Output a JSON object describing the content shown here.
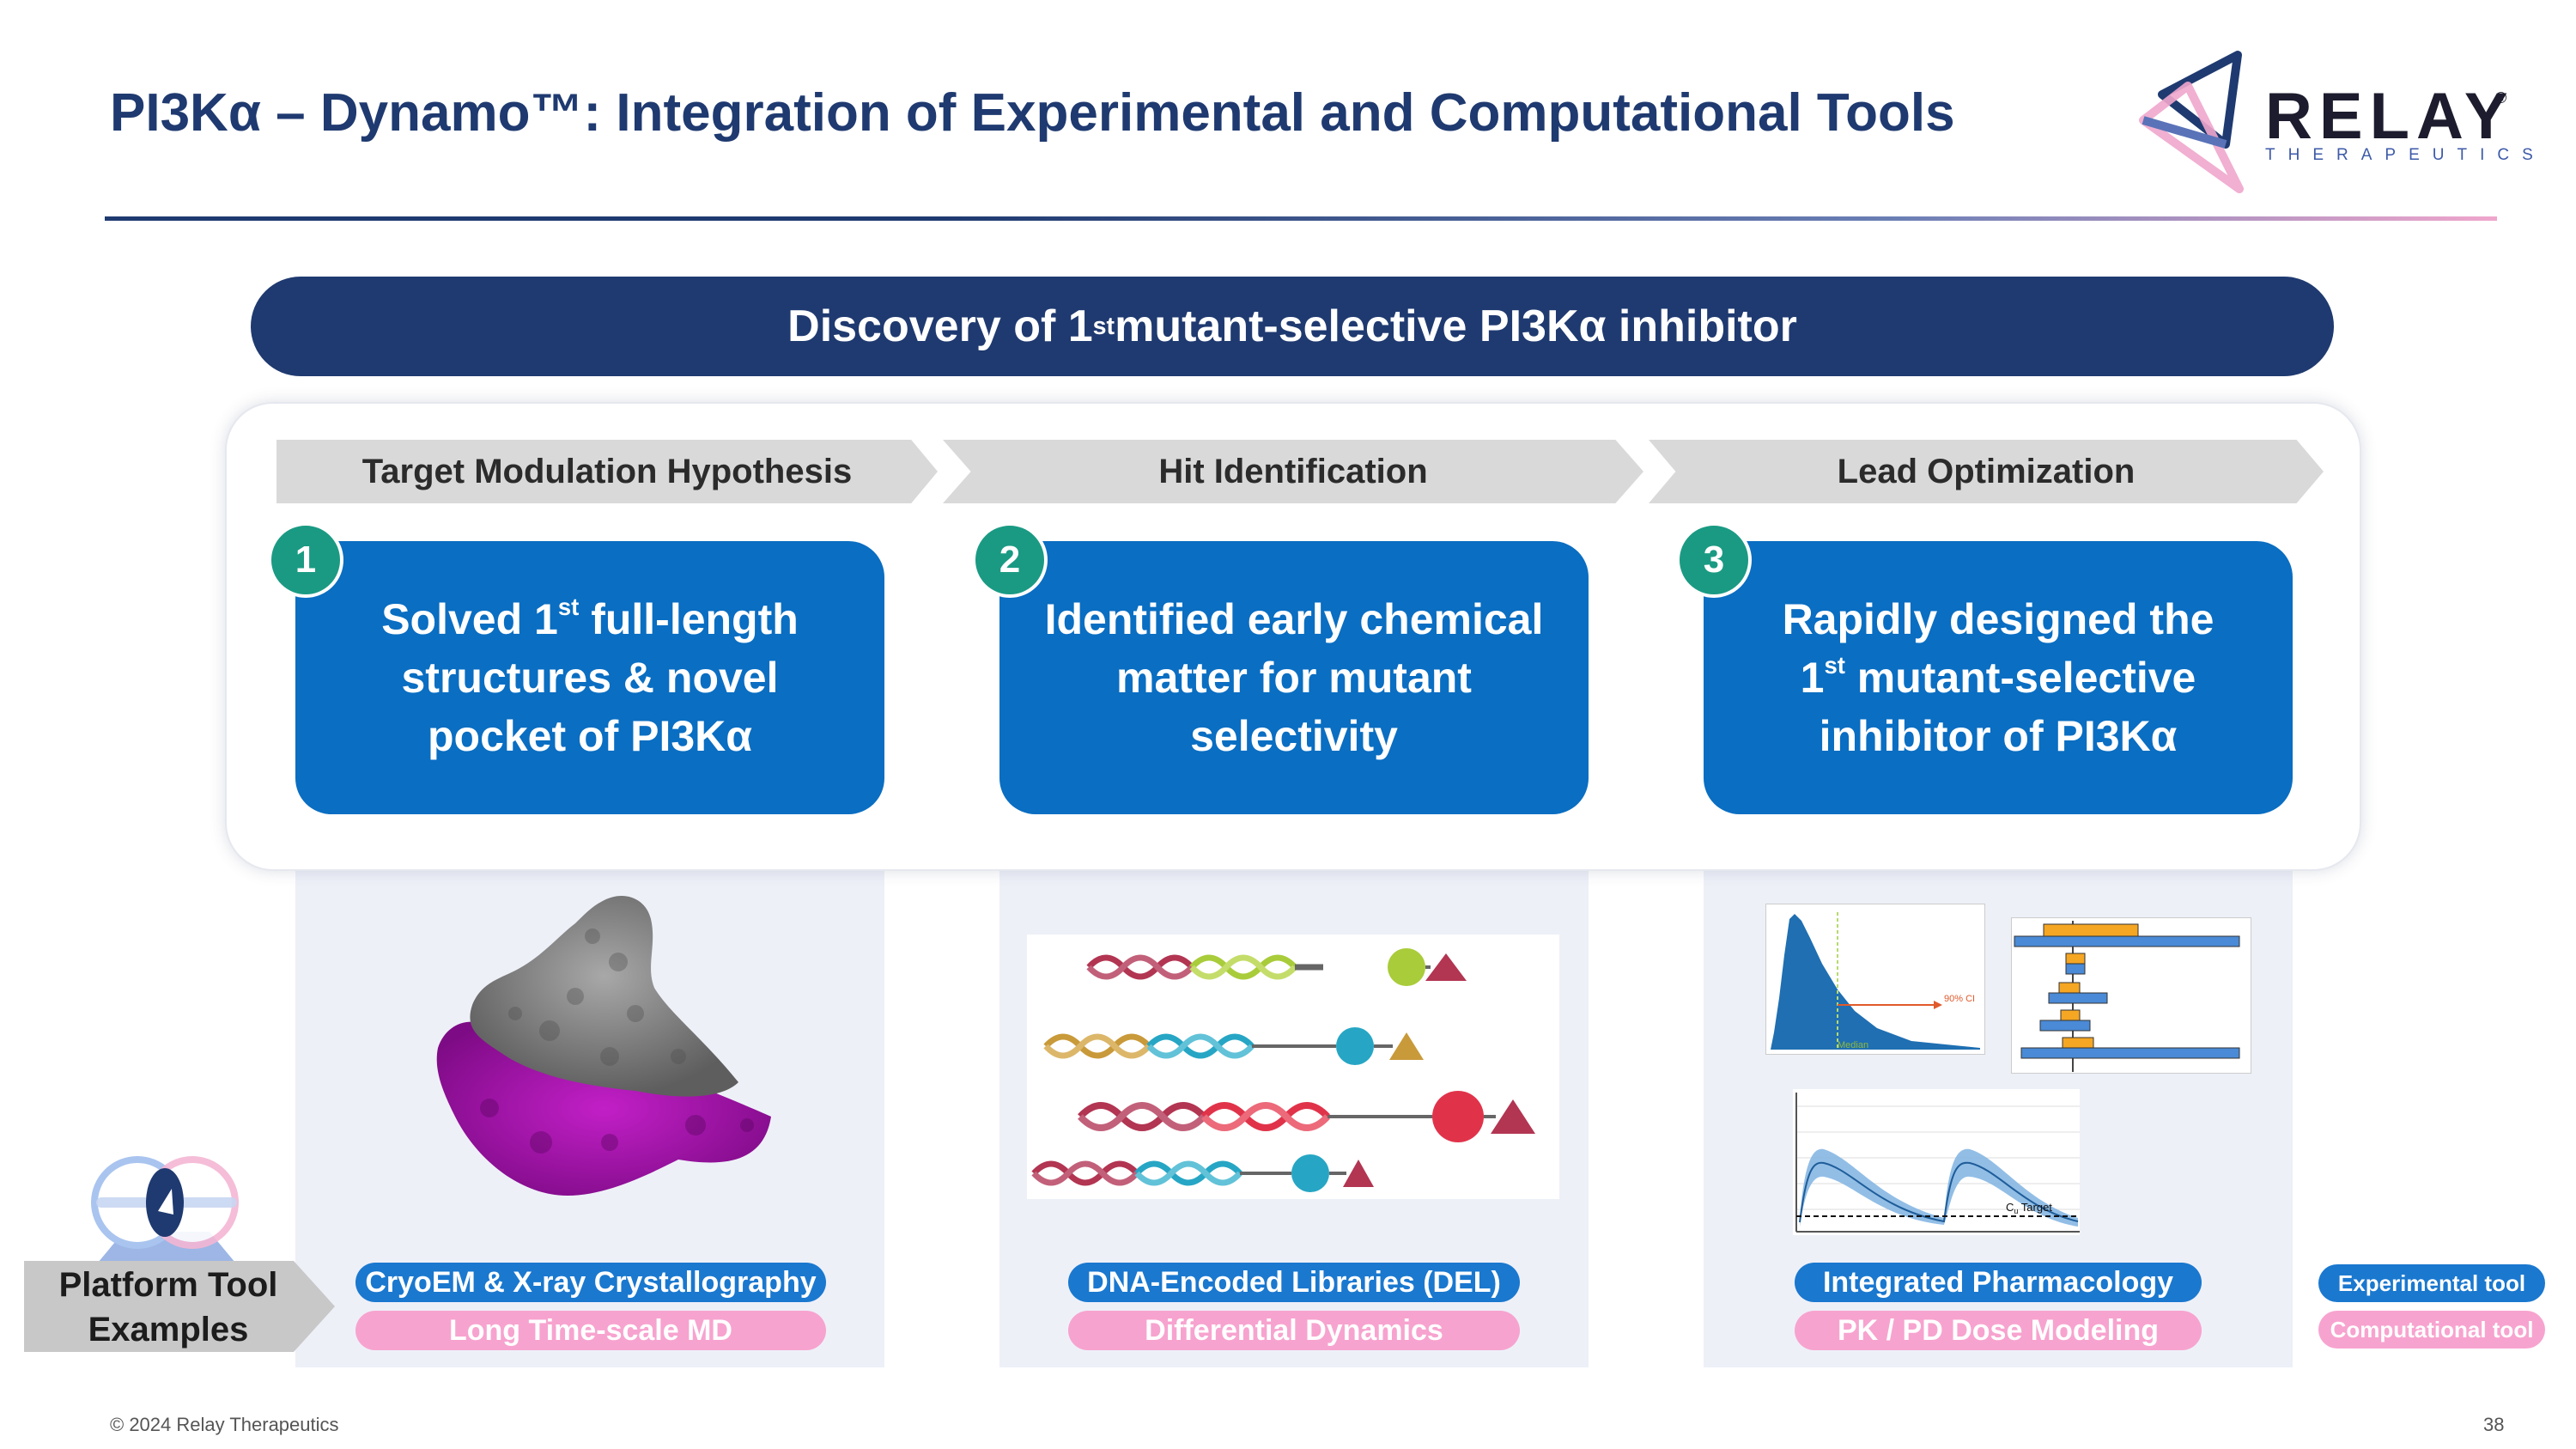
{
  "header": {
    "title": "PI3Kα – Dynamo™: Integration of Experimental and Computational Tools"
  },
  "logo": {
    "name": "RELAY",
    "reg": "®",
    "tagline": "THERAPEUTICS"
  },
  "banner": {
    "prefix": "Discovery of 1",
    "sup": "st",
    "suffix": " mutant-selective PI3Kα inhibitor"
  },
  "stages": [
    {
      "label": "Target Modulation Hypothesis",
      "number": "1",
      "card_a": "Solved 1",
      "card_sup": "st",
      "card_b": " full-length\nstructures & novel\npocket of PI3Kα",
      "experimental_tool": "CryoEM & X-ray Crystallography",
      "computational_tool": "Long Time-scale MD"
    },
    {
      "label": "Hit Identification",
      "number": "2",
      "card_a": "Identified early chemical\nmatter for mutant\nselectivity",
      "card_sup": "",
      "card_b": "",
      "experimental_tool": "DNA-Encoded Libraries (DEL)",
      "computational_tool": "Differential Dynamics"
    },
    {
      "label": "Lead Optimization",
      "number": "3",
      "card_a": "Rapidly designed the\n1",
      "card_sup": "st",
      "card_b": " mutant-selective\ninhibitor of PI3Kα",
      "experimental_tool": "Integrated Pharmacology",
      "computational_tool": "PK / PD Dose Modeling"
    }
  ],
  "chart_labels": {
    "ci": "90% CI",
    "median": "Median",
    "target": "C",
    "target_sub": "u",
    "target_suffix": " Target"
  },
  "platform_label": "Platform Tool\nExamples",
  "legend": {
    "experimental": "Experimental tool",
    "computational": "Computational tool"
  },
  "footer": {
    "copyright": "© 2024 Relay Therapeutics",
    "page_number": "38"
  },
  "colors": {
    "navy": "#1f3a70",
    "card_blue": "#0a6ec2",
    "teal": "#1a9a83",
    "experimental_blue": "#1a78cf",
    "computational_pink": "#f7a3cf"
  }
}
